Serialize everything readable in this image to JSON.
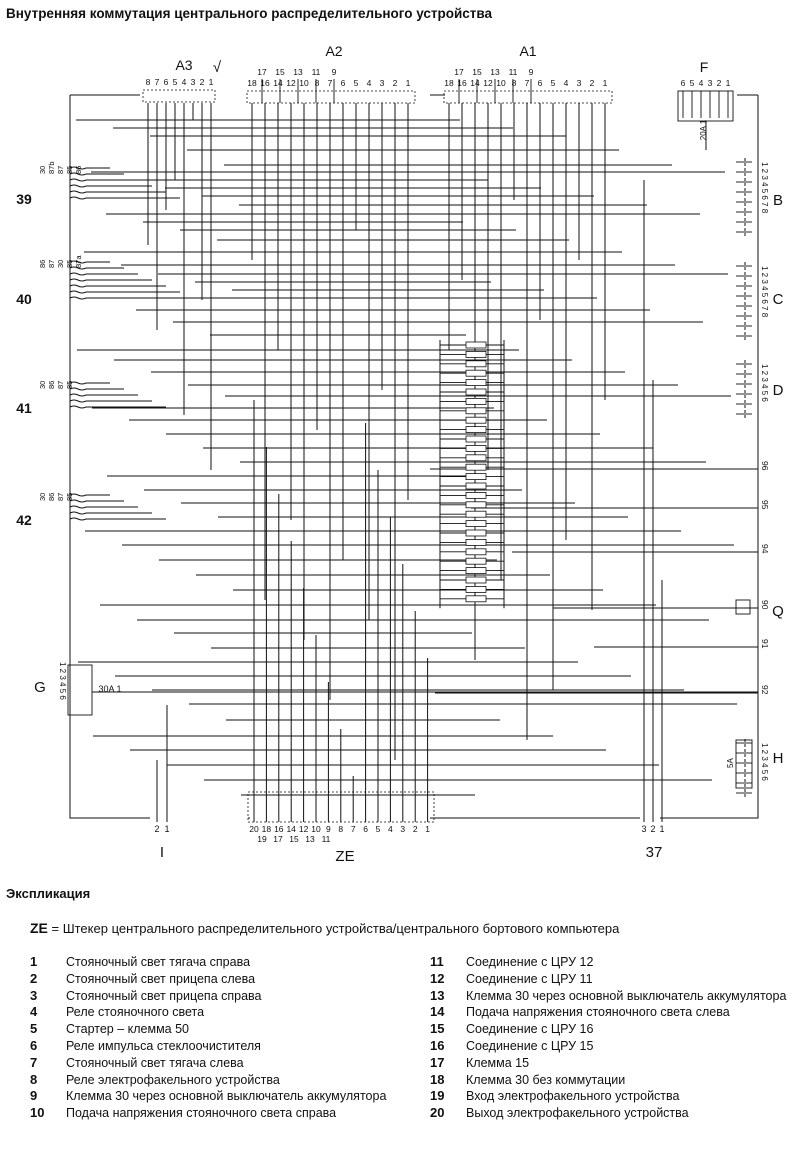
{
  "title": "Внутренняя коммутация центрального распределительного устройства",
  "diagram": {
    "connectors": {
      "A3": {
        "label": "A3",
        "pins": [
          "8",
          "7",
          "6",
          "5",
          "4",
          "3",
          "2",
          "1"
        ],
        "mark": "√"
      },
      "A2": {
        "label": "A2",
        "pins_upper": [
          "17",
          "15",
          "13",
          "11",
          "9"
        ],
        "pins_lower": [
          "18",
          "16",
          "14",
          "12",
          "10",
          "8",
          "7",
          "6",
          "5",
          "4",
          "3",
          "2",
          "1"
        ]
      },
      "A1": {
        "label": "A1",
        "pins_upper": [
          "17",
          "15",
          "13",
          "11",
          "9"
        ],
        "pins_lower": [
          "18",
          "16",
          "14",
          "12",
          "10",
          "8",
          "7",
          "6",
          "5",
          "4",
          "3",
          "2",
          "1"
        ]
      },
      "F": {
        "label": "F",
        "pins": [
          "6",
          "5",
          "4",
          "3",
          "2",
          "1"
        ],
        "fuse": "20A 1"
      },
      "B": {
        "label": "B",
        "pins": "1 2 3 4 5 6 7 8"
      },
      "C": {
        "label": "C",
        "pins": "1 2 3 4 5 6 7 8"
      },
      "D": {
        "label": "D",
        "pins": "1 2 3 4 5 6"
      },
      "Q": {
        "label": "Q"
      },
      "H": {
        "label": "H",
        "pins": "1 2 3 4 5 6",
        "fuse": "5A"
      },
      "G": {
        "label": "G",
        "pins": "1 2 3 4 5 6",
        "fuse": "30A 1"
      },
      "I": {
        "label": "I",
        "pins": "2 1"
      },
      "ZE": {
        "label": "ZE",
        "pins_upper": "20 18 16 14 12 10 9 8 7 6 5 4 3 2 1",
        "pins_lower": "19 17 15 13 11"
      },
      "37": {
        "label": "37",
        "pins": "3 2 1"
      }
    },
    "relays": [
      {
        "label": "39",
        "pins": "30 87b 87 85 86"
      },
      {
        "label": "40",
        "pins": "86 87 30 85 87a"
      },
      {
        "label": "41",
        "pins": "30 86 87 85"
      },
      {
        "label": "42",
        "pins": "30 86 87 85"
      }
    ],
    "terminals": [
      "96",
      "95",
      "94",
      "90",
      "91",
      "92"
    ],
    "diode_count": 28
  },
  "legend": {
    "heading": "Экспликация",
    "ze_abbr": "ZE",
    "ze_text": " = Штекер центрального распределительного устройства/центрального бортового компьютера",
    "items": [
      {
        "n": "1",
        "text": "Стояночный свет тягача справа"
      },
      {
        "n": "2",
        "text": "Стояночный свет прицепа слева"
      },
      {
        "n": "3",
        "text": "Стояночный свет прицепа справа"
      },
      {
        "n": "4",
        "text": "Реле стояночного света"
      },
      {
        "n": "5",
        "text": "Стартер – клемма 50"
      },
      {
        "n": "6",
        "text": "Реле импульса стеклоочистителя"
      },
      {
        "n": "7",
        "text": "Стояночный свет тягача слева"
      },
      {
        "n": "8",
        "text": "Реле электрофакельного устройства"
      },
      {
        "n": "9",
        "text": "Клемма 30 через основной выключатель аккумулятора"
      },
      {
        "n": "10",
        "text": "Подача напряжения стояночного света справа"
      },
      {
        "n": "11",
        "text": "Соединение с ЦРУ 12"
      },
      {
        "n": "12",
        "text": "Соединение с ЦРУ 11"
      },
      {
        "n": "13",
        "text": "Клемма 30 через основной выключатель аккумулятора"
      },
      {
        "n": "14",
        "text": "Подача напряжения стояночного света слева"
      },
      {
        "n": "15",
        "text": "Соединение с ЦРУ 16"
      },
      {
        "n": "16",
        "text": "Соединение с ЦРУ 15"
      },
      {
        "n": "17",
        "text": "Клемма 15"
      },
      {
        "n": "18",
        "text": "Клемма 30 без коммутации"
      },
      {
        "n": "19",
        "text": "Вход электрофакельного устройства"
      },
      {
        "n": "20",
        "text": "Выход электрофакельного устройства"
      }
    ]
  }
}
